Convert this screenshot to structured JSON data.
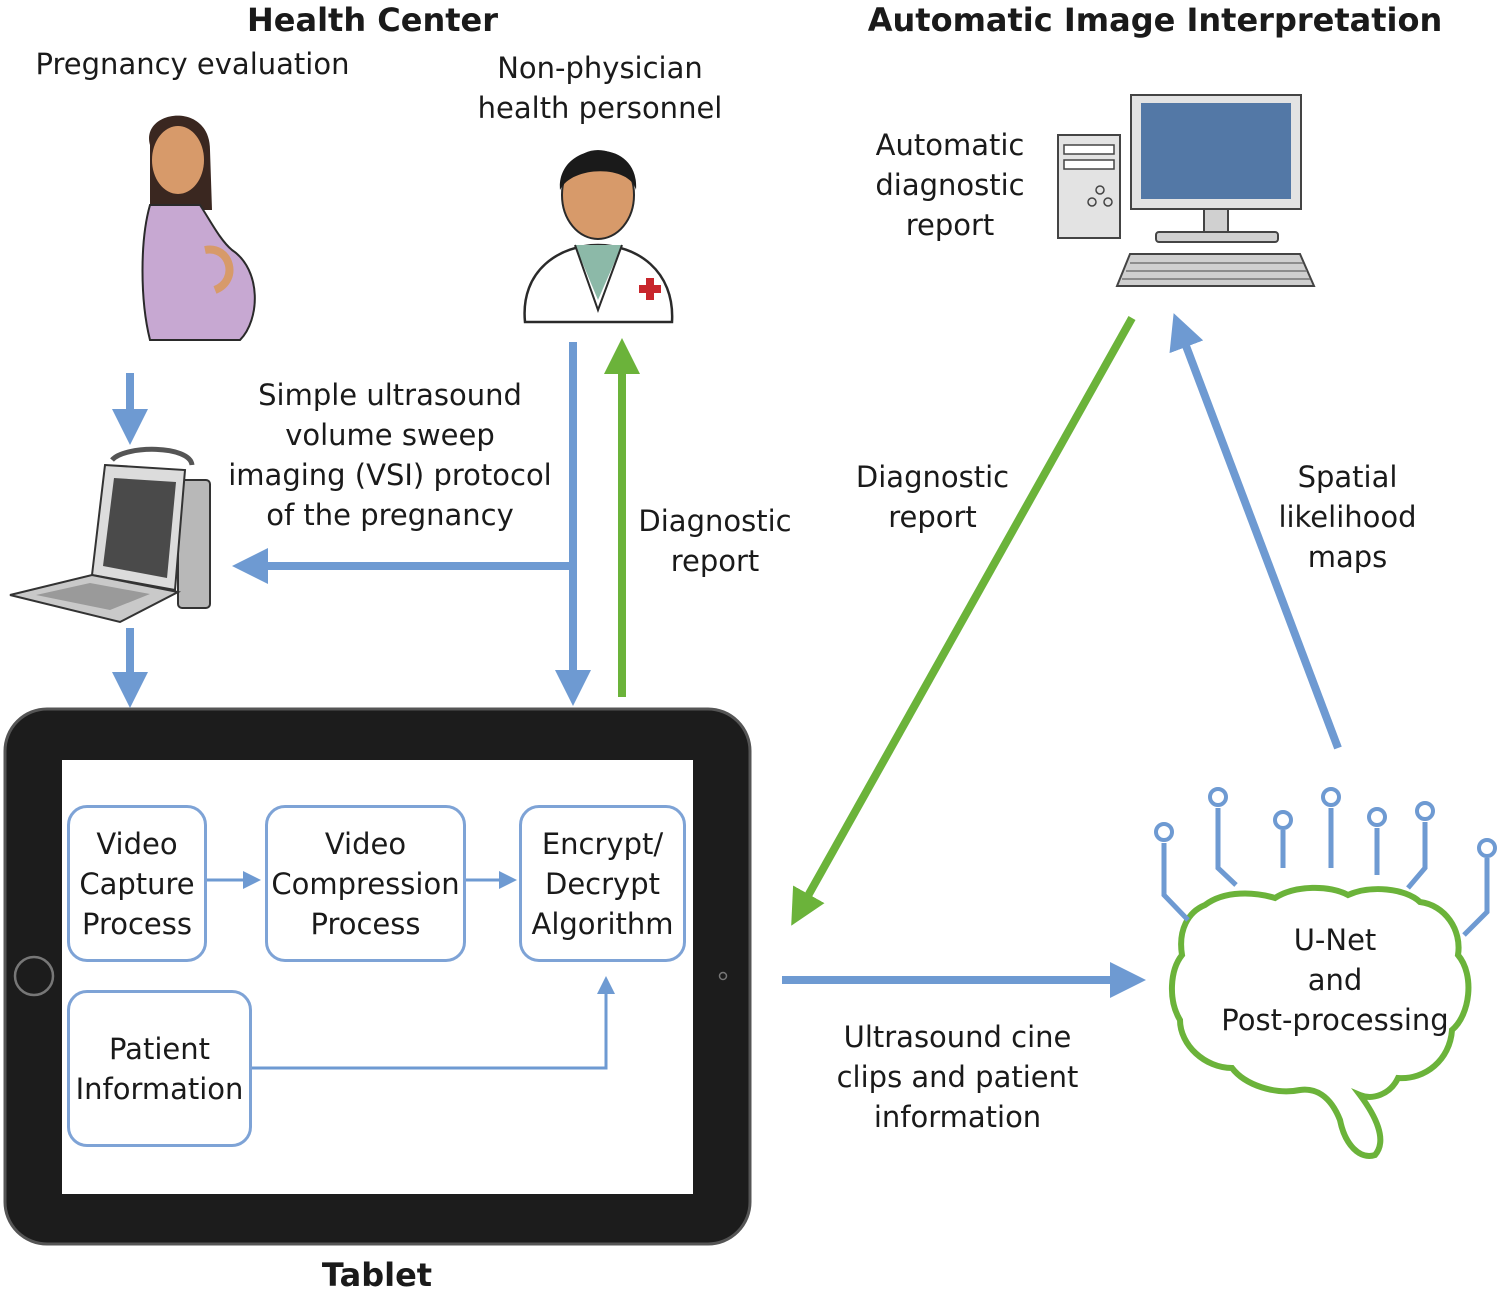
{
  "sections": {
    "health_center": "Health Center",
    "auto_interp": "Automatic Image Interpretation",
    "tablet": "Tablet"
  },
  "labels": {
    "pregnancy": "Pregnancy evaluation",
    "personnel": [
      "Non-physician",
      "health personnel"
    ],
    "vsi": [
      "Simple ultrasound",
      "volume sweep",
      "imaging (VSI) protocol",
      "of the pregnancy"
    ],
    "diag_report_left": [
      "Diagnostic",
      "report"
    ],
    "auto_report": [
      "Automatic",
      "diagnostic",
      "report"
    ],
    "diag_report_mid": [
      "Diagnostic",
      "report"
    ],
    "spatial": [
      "Spatial",
      "likelihood",
      "maps"
    ],
    "cine": [
      "Ultrasound cine",
      "clips and patient",
      "information"
    ]
  },
  "boxes": {
    "video_capture": [
      "Video",
      "Capture",
      "Process"
    ],
    "video_compression": [
      "Video",
      "Compression",
      "Process"
    ],
    "encrypt": [
      "Encrypt/",
      "Decrypt",
      "Algorithm"
    ],
    "patient_info": [
      "Patient",
      "Information"
    ]
  },
  "brain": [
    "U-Net",
    "and",
    "Post-processing"
  ],
  "colors": {
    "blue_arrow": "#6e9ad2",
    "green_arrow": "#6bb33a",
    "box_border": "#7ea3d6",
    "tablet_frame": "#1c1c1c",
    "brain": "#6bb33a"
  },
  "icons": [
    "pregnant-woman-icon",
    "health-worker-icon",
    "ultrasound-machine-icon",
    "desktop-computer-icon",
    "neural-network-brain-icon",
    "tablet-device-icon"
  ]
}
